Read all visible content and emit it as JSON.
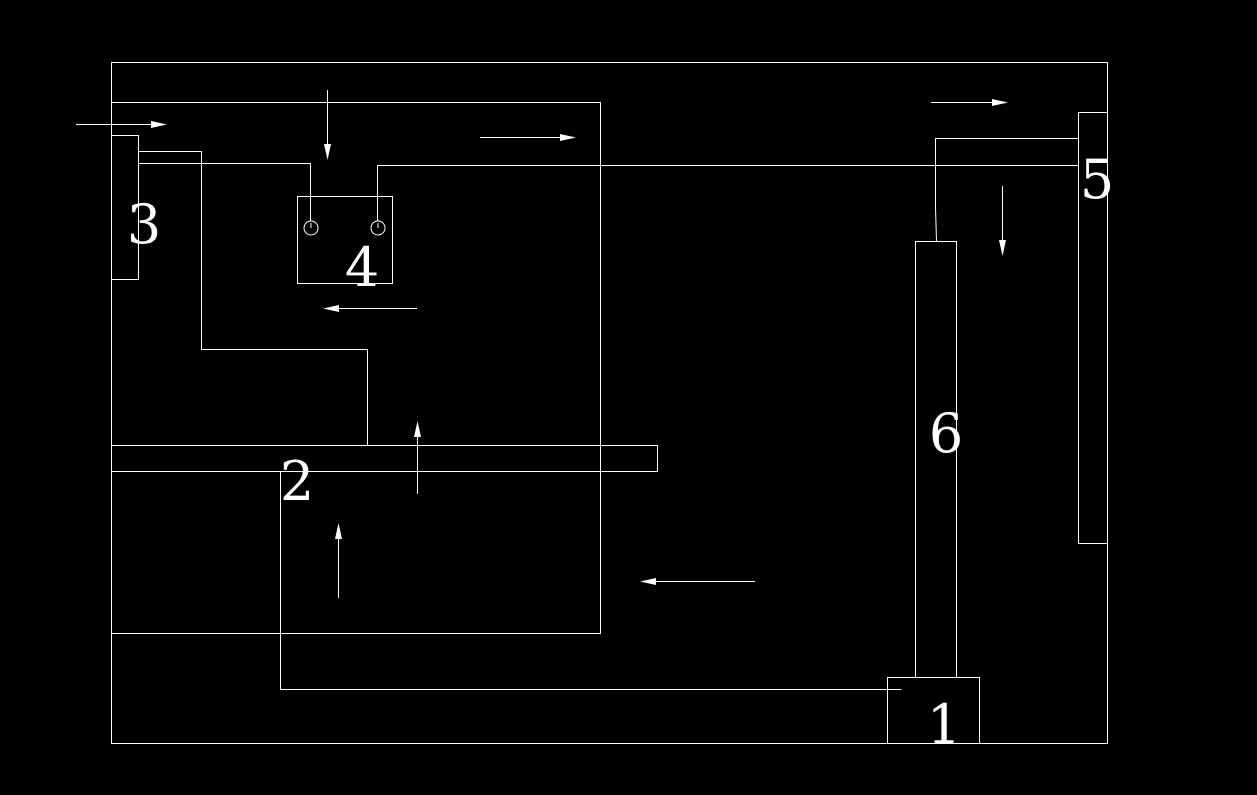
{
  "diagram": {
    "background_color": "#000000",
    "line_color": "#ffffff",
    "labels": {
      "component_1": "1",
      "component_2": "2",
      "component_3": "3",
      "component_4": "4",
      "component_5": "5",
      "component_6": "6"
    },
    "flow_arrows": [
      {
        "direction": "right"
      },
      {
        "direction": "down"
      },
      {
        "direction": "right"
      },
      {
        "direction": "left"
      },
      {
        "direction": "up"
      },
      {
        "direction": "up"
      },
      {
        "direction": "left"
      },
      {
        "direction": "right"
      },
      {
        "direction": "down"
      }
    ]
  }
}
